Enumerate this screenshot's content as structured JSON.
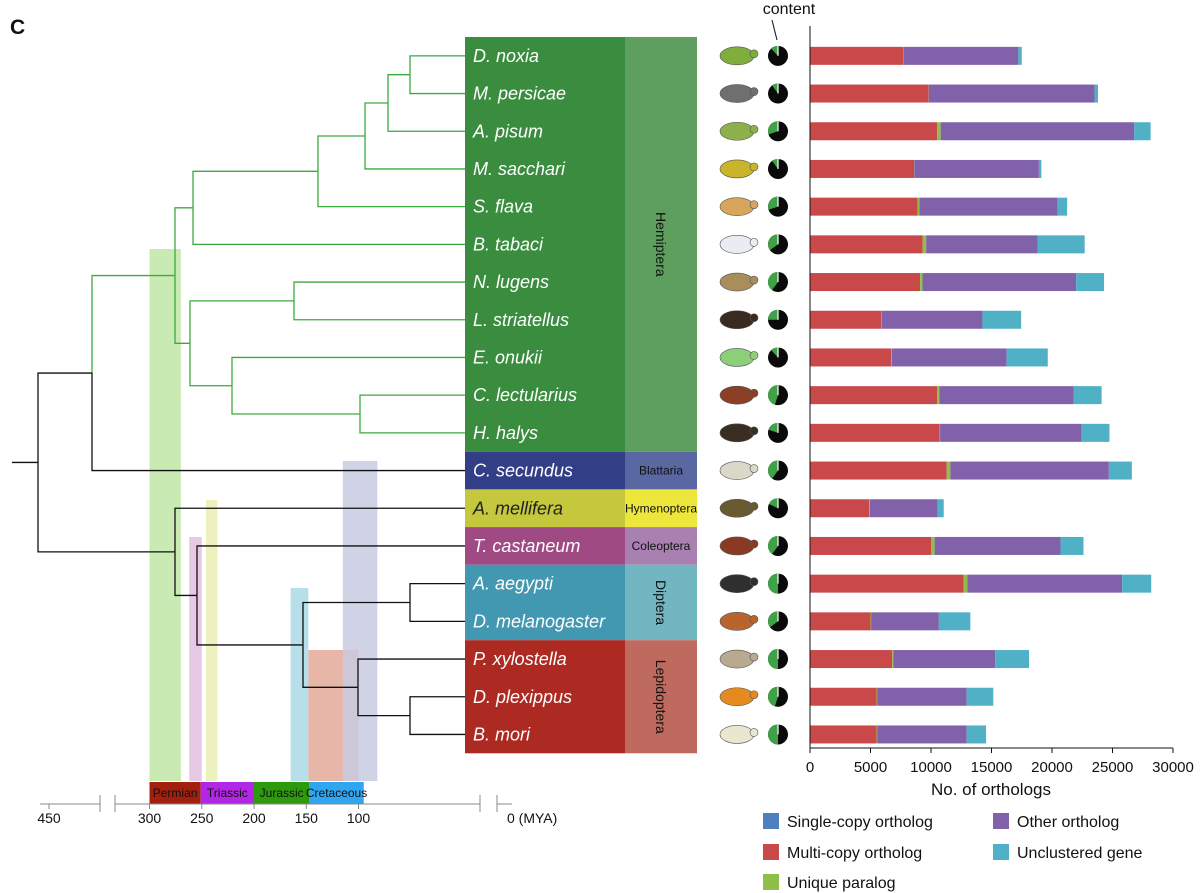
{
  "panel_label": "C",
  "top_label": "content",
  "colors": {
    "hemiptera_dark": "#3a8d3f",
    "hemiptera_light": "#5e9f5f",
    "blattaria_dark": "#323e85",
    "blattaria_light": "#5967a3",
    "hymenoptera_dark": "#c5c83c",
    "hymenoptera_light": "#ece73a",
    "coleoptera_dark": "#a04a84",
    "coleoptera_light": "#a881b0",
    "diptera_dark": "#4297b1",
    "diptera_light": "#72b6c2",
    "lepidoptera_dark": "#ad2a23",
    "lepidoptera_light": "#bf6a5f",
    "tree_green": "#3daa3f",
    "tree_black": "#111111",
    "single_copy": "#4d7fc2",
    "multi_copy": "#c9494a",
    "unique": "#8fbf4a",
    "other": "#8261ab",
    "unclustered": "#4fb0c6"
  },
  "species": [
    {
      "name": "D. noxia",
      "order": "Hemiptera"
    },
    {
      "name": "M. persicae",
      "order": "Hemiptera"
    },
    {
      "name": "A. pisum",
      "order": "Hemiptera"
    },
    {
      "name": "M. sacchari",
      "order": "Hemiptera"
    },
    {
      "name": "S. flava",
      "order": "Hemiptera"
    },
    {
      "name": "B. tabaci",
      "order": "Hemiptera"
    },
    {
      "name": "N. lugens",
      "order": "Hemiptera"
    },
    {
      "name": "L. striatellus",
      "order": "Hemiptera"
    },
    {
      "name": "E. onukii",
      "order": "Hemiptera"
    },
    {
      "name": "C. lectularius",
      "order": "Hemiptera"
    },
    {
      "name": "H. halys",
      "order": "Hemiptera"
    },
    {
      "name": "C. secundus",
      "order": "Blattaria"
    },
    {
      "name": "A. mellifera",
      "order": "Hymenoptera"
    },
    {
      "name": "T. castaneum",
      "order": "Coleoptera"
    },
    {
      "name": "A. aegypti",
      "order": "Diptera"
    },
    {
      "name": "D. melanogaster",
      "order": "Diptera"
    },
    {
      "name": "P. xylostella",
      "order": "Lepidoptera"
    },
    {
      "name": "D. plexippus",
      "order": "Lepidoptera"
    },
    {
      "name": "B. mori",
      "order": "Lepidoptera"
    }
  ],
  "orders": [
    {
      "name": "Hemiptera",
      "vertical": true
    },
    {
      "name": "Blattaria",
      "vertical": false
    },
    {
      "name": "Hymenoptera",
      "vertical": false
    },
    {
      "name": "Coleoptera",
      "vertical": false
    },
    {
      "name": "Diptera",
      "vertical": true
    },
    {
      "name": "Lepidoptera",
      "vertical": true
    }
  ],
  "periods": [
    "Permian",
    "Triassic",
    "Jurassic",
    "Cretaceous"
  ],
  "time_axis": {
    "ticks": [
      "450",
      "300",
      "250",
      "200",
      "150",
      "100"
    ],
    "unit_label": "0 (MYA)"
  },
  "pie_content_fraction": [
    0.12,
    0.1,
    0.3,
    0.1,
    0.3,
    0.35,
    0.4,
    0.25,
    0.12,
    0.45,
    0.2,
    0.4,
    0.18,
    0.4,
    0.5,
    0.35,
    0.5,
    0.45,
    0.5
  ],
  "chart_data": {
    "type": "bar",
    "stacked": true,
    "orientation": "horizontal",
    "xlabel": "No. of orthologs",
    "xlim": [
      0,
      30000
    ],
    "xticks": [
      "0",
      "5000",
      "10000",
      "15000",
      "20000",
      "25000",
      "30000"
    ],
    "categories": [
      "D. noxia",
      "M. persicae",
      "A. pisum",
      "M. sacchari",
      "S. flava",
      "B. tabaci",
      "N. lugens",
      "L. striatellus",
      "E. onukii",
      "C. lectularius",
      "H. halys",
      "C. secundus",
      "A. mellifera",
      "T. castaneum",
      "A. aegypti",
      "D. melanogaster",
      "P. xylostella",
      "D. plexippus",
      "B. mori"
    ],
    "series": [
      {
        "name": "Single-copy ortholog",
        "values": [
          0,
          0,
          0,
          0,
          0,
          0,
          0,
          0,
          0,
          0,
          0,
          0,
          0,
          0,
          0,
          0,
          0,
          0,
          0
        ]
      },
      {
        "name": "Multi-copy ortholog",
        "values": [
          7700,
          9800,
          10500,
          8600,
          8900,
          9300,
          9100,
          5900,
          6700,
          10500,
          10700,
          11300,
          4900,
          10000,
          12700,
          5000,
          6800,
          5500,
          5500
        ]
      },
      {
        "name": "Unique paralog",
        "values": [
          20,
          20,
          300,
          20,
          150,
          300,
          200,
          50,
          50,
          200,
          50,
          300,
          50,
          300,
          300,
          50,
          100,
          50,
          50
        ]
      },
      {
        "name": "Other ortholog",
        "values": [
          9500,
          13700,
          16000,
          10300,
          11400,
          9200,
          12700,
          8300,
          9500,
          11100,
          11700,
          13100,
          5600,
          10400,
          12800,
          5600,
          8400,
          7400,
          7400
        ]
      },
      {
        "name": "Unclustered gene",
        "values": [
          280,
          280,
          1350,
          200,
          800,
          3900,
          2300,
          3200,
          3400,
          2300,
          2300,
          1900,
          500,
          1900,
          2400,
          2600,
          2800,
          2200,
          1600
        ]
      }
    ],
    "legend": [
      {
        "name": "Single-copy ortholog",
        "color": "#4d7fc2"
      },
      {
        "name": "Other ortholog",
        "color": "#8261ab"
      },
      {
        "name": "Multi-copy ortholog",
        "color": "#c9494a"
      },
      {
        "name": "Unclustered gene",
        "color": "#4fb0c6"
      },
      {
        "name": "Unique paralog",
        "color": "#8fbf4a"
      }
    ],
    "legend_position": "bottom"
  }
}
